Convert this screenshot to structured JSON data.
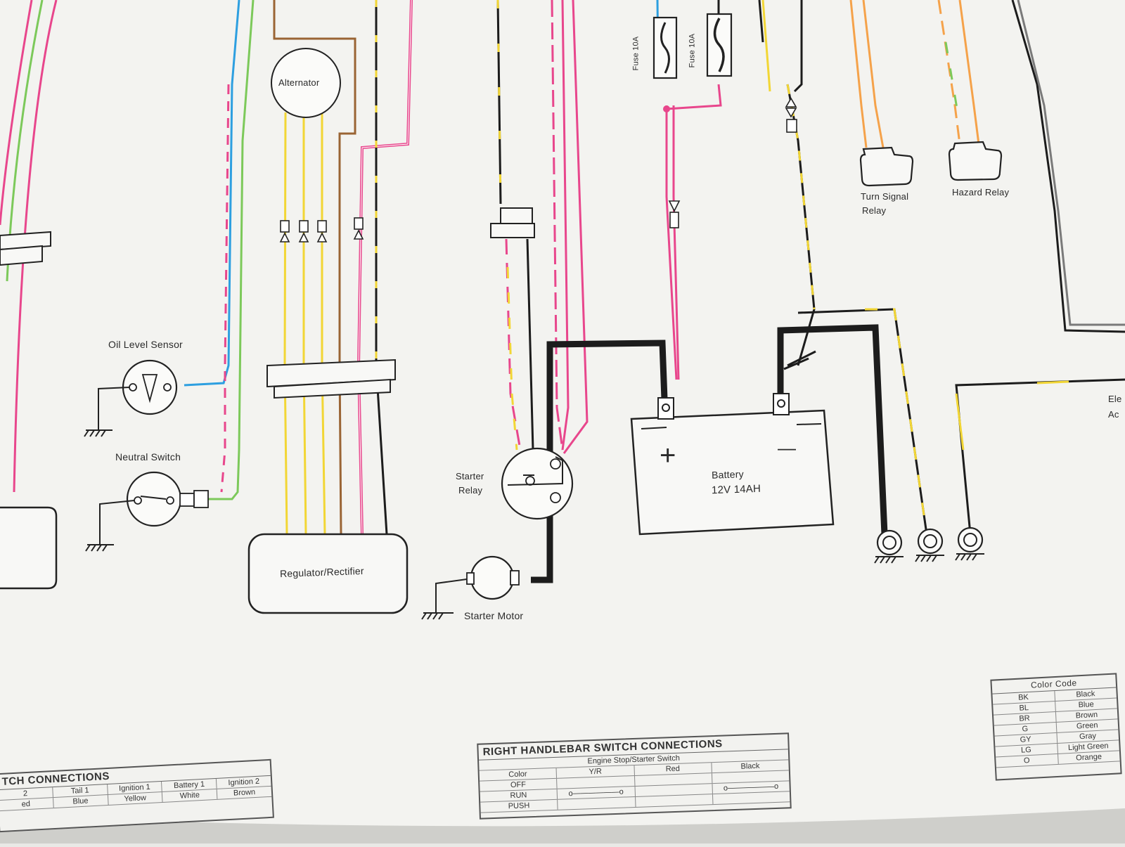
{
  "components": {
    "alternator": "Alternator",
    "oil_level_sensor": "Oil Level Sensor",
    "neutral_switch": "Neutral Switch",
    "regulator_rectifier": "Regulator/Rectifier",
    "starter_relay_line1": "Starter",
    "starter_relay_line2": "Relay",
    "starter_motor": "Starter Motor",
    "battery_name": "Battery",
    "battery_spec": "12V 14AH",
    "battery_plus": "+",
    "battery_minus": "—",
    "fuse_1": "Fuse 10A",
    "fuse_2": "Fuse 10A",
    "turn_signal_relay_line1": "Turn Signal",
    "turn_signal_relay_line2": "Relay",
    "hazard_relay": "Hazard Relay",
    "edge_label_1": "Ele",
    "edge_label_2": "Ac"
  },
  "left_table": {
    "title": "TCH CONNECTIONS",
    "columns": [
      "2",
      "Tail 1",
      "Ignition 1",
      "Battery 1",
      "Ignition 2"
    ],
    "colors": [
      "ed",
      "Blue",
      "Yellow",
      "White",
      "Brown"
    ]
  },
  "right_table": {
    "title": "RIGHT HANDLEBAR SWITCH CONNECTIONS",
    "subtitle": "Engine Stop/Starter Switch",
    "header": [
      "Color",
      "Y/R",
      "Red",
      "Black"
    ],
    "rows": [
      "OFF",
      "RUN",
      "PUSH"
    ]
  },
  "color_code": {
    "title": "Color Code",
    "entries": [
      {
        "code": "BK",
        "name": "Black"
      },
      {
        "code": "BL",
        "name": "Blue"
      },
      {
        "code": "BR",
        "name": "Brown"
      },
      {
        "code": "G",
        "name": "Green"
      },
      {
        "code": "GY",
        "name": "Gray"
      },
      {
        "code": "LG",
        "name": "Light Green"
      },
      {
        "code": "O",
        "name": "Orange"
      }
    ]
  },
  "wire_colors": {
    "black": "#1c1c1c",
    "pink": "#e8468c",
    "yellow": "#f2d635",
    "brown": "#9a6434",
    "blue": "#2d9fe0",
    "green": "#7cc95a",
    "orange": "#f5a24a",
    "gray": "#7a7a7a"
  }
}
